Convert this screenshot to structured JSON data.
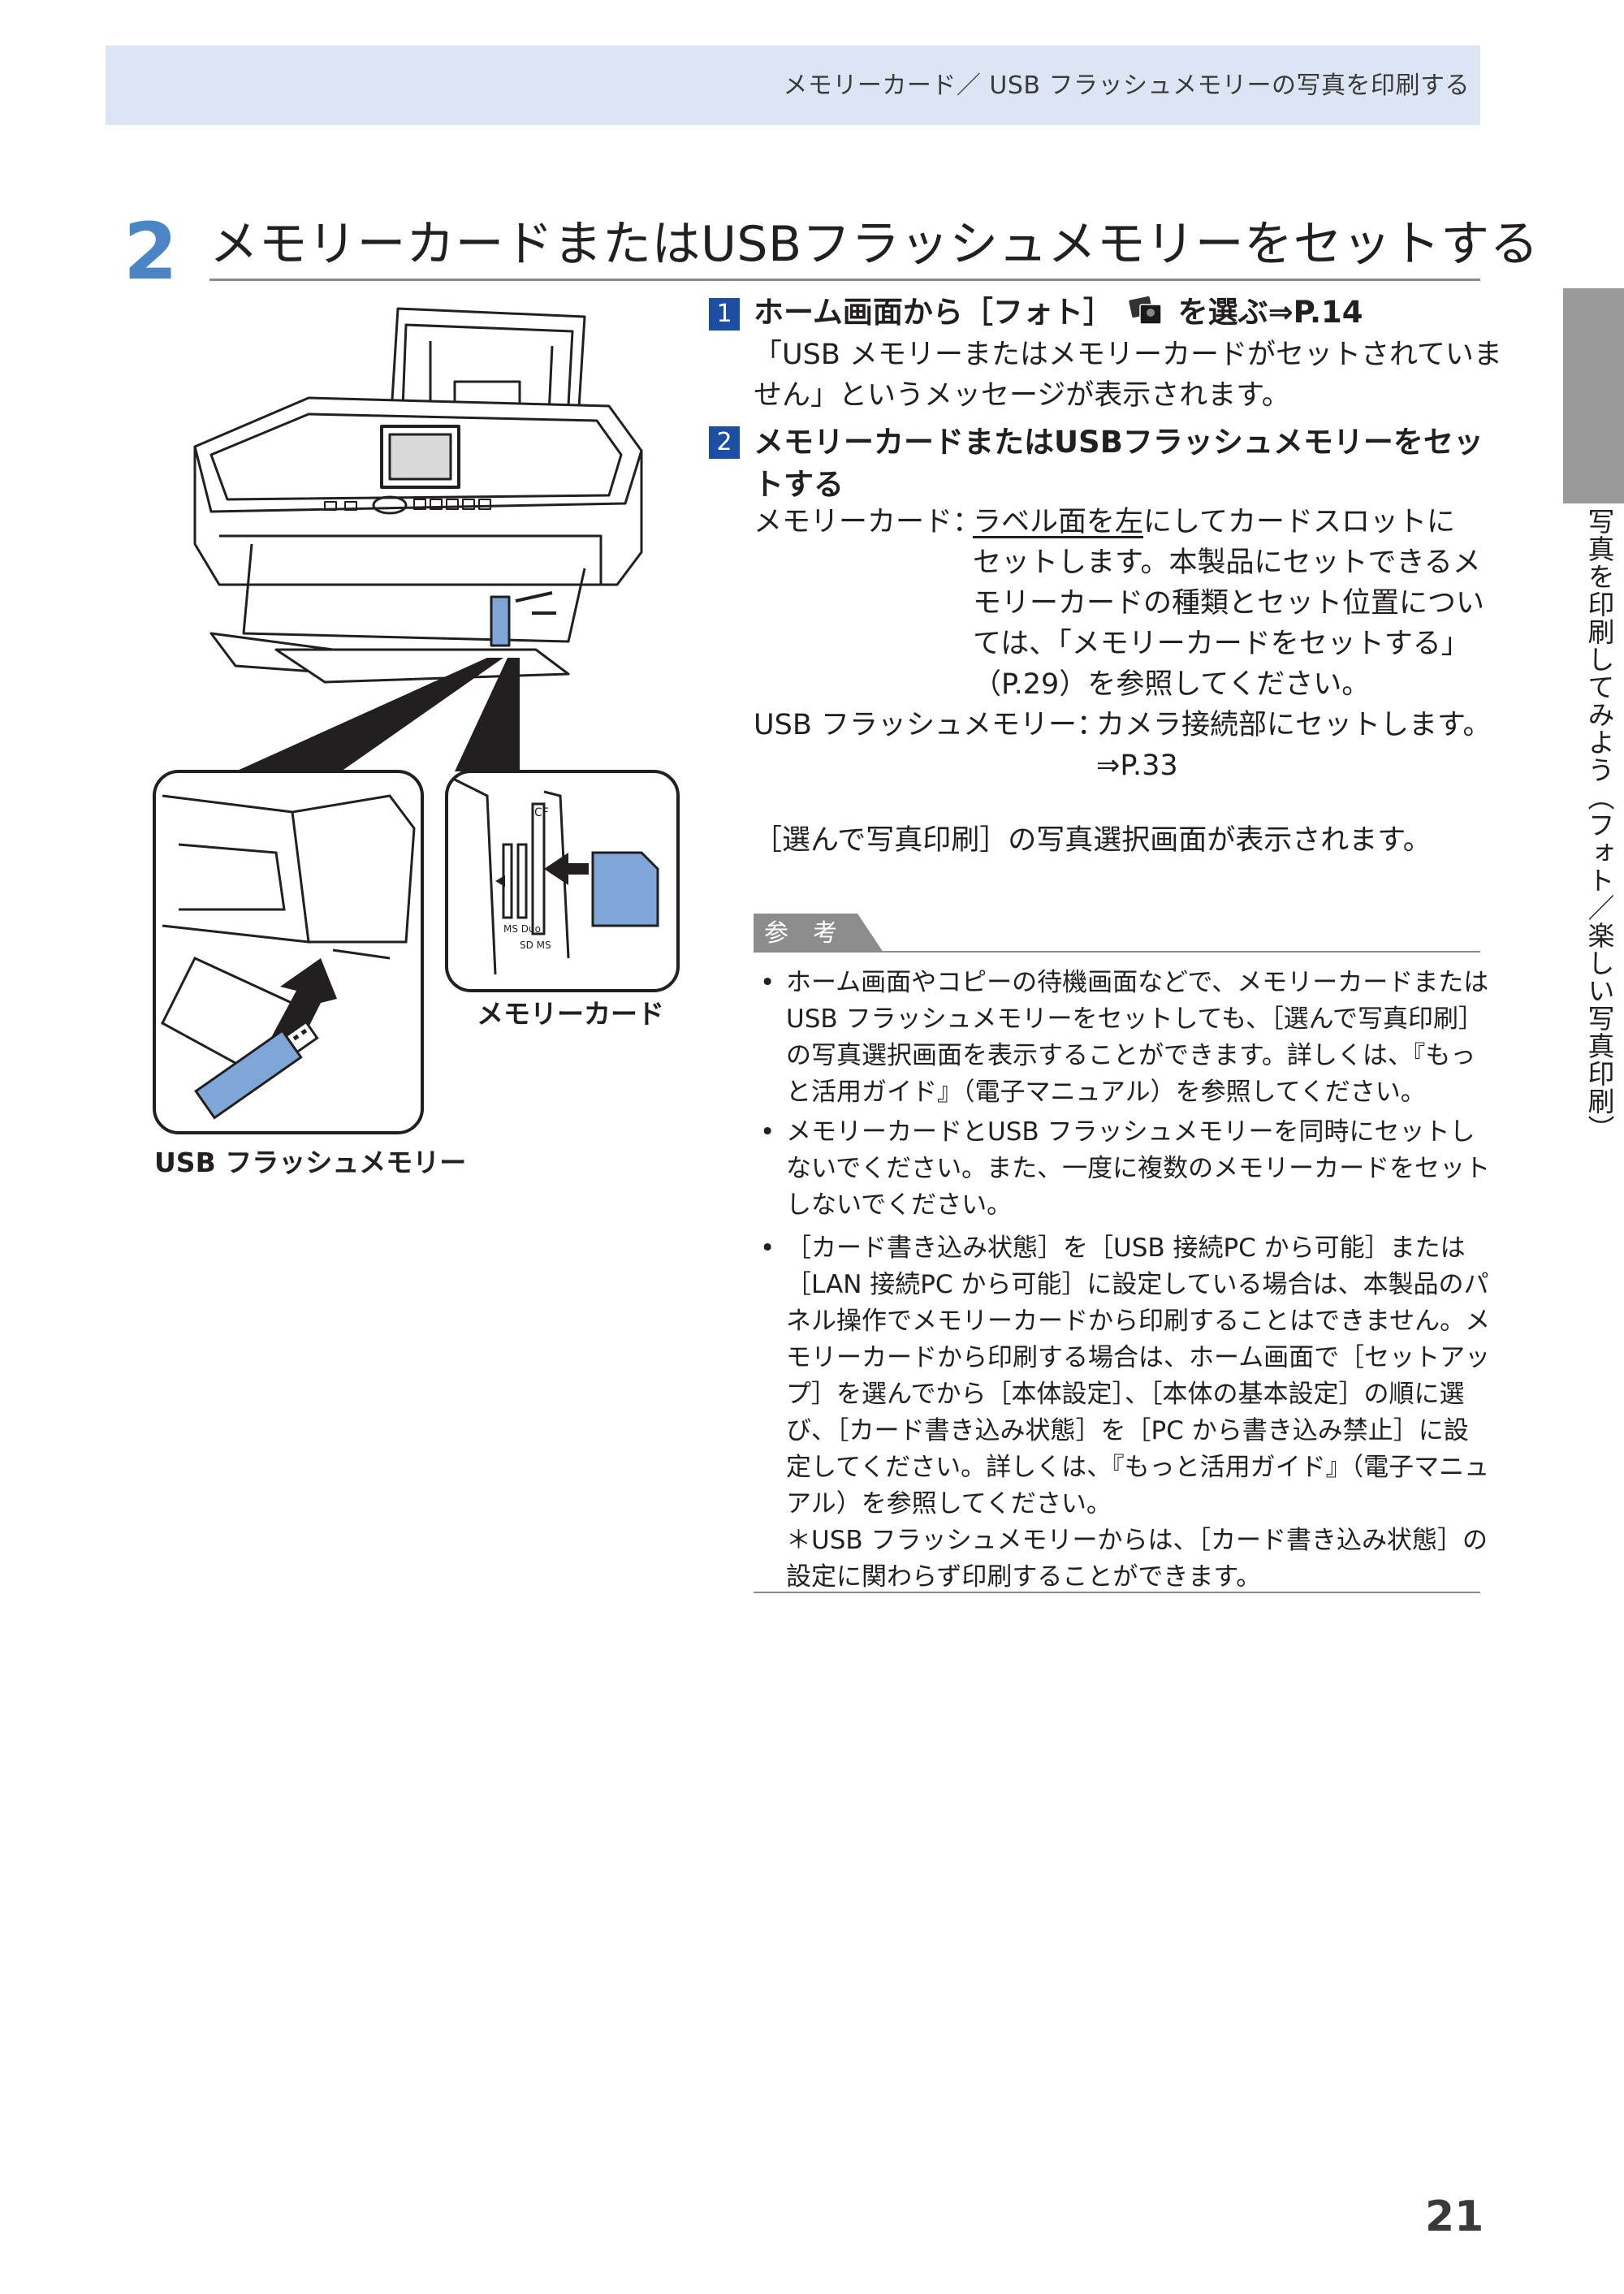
{
  "header": {
    "breadcrumb": "メモリーカード／ USB フラッシュメモリーの写真を印刷する"
  },
  "step": {
    "number": "2",
    "title": "メモリーカードまたはUSBフラッシュメモリーをセットする"
  },
  "side_tab": {
    "text": "写真を印刷してみよう（フォト／楽しい写真印刷）"
  },
  "substep1": {
    "number": "1",
    "title_part1": "ホーム画面から［フォト］",
    "title_part2": "を選ぶ⇒P.14",
    "icon": "photo-icon",
    "body_line1": "「USB メモリーまたはメモリーカードがセットされていま",
    "body_line2": "せん」というメッセージが表示されます。"
  },
  "substep2": {
    "number": "2",
    "title_line1": "メモリーカードまたはUSBフラッシュメモリーをセッ",
    "title_line2": "トする",
    "memory_label": "メモリーカード：",
    "memory_underlined": "ラベル面を左",
    "memory_line1_rest": "にしてカードスロットに",
    "memory_line2": "セットします。本製品にセットできるメ",
    "memory_line3": "モリーカードの種類とセット位置につい",
    "memory_line4": "ては、「メモリーカードをセットする」",
    "memory_line5": "（P.29）を参照してください。",
    "usb_label": "USB フラッシュメモリー：",
    "usb_text": "カメラ接続部にセットします。",
    "usb_ref": "⇒P.33",
    "result": "［選んで写真印刷］の写真選択画面が表示されます。"
  },
  "note": {
    "tag": "参　考",
    "bullets": [
      [
        "ホーム画面やコピーの待機画面などで、メモリーカードまたは",
        "USB フラッシュメモリーをセットしても、［選んで写真印刷］",
        "の写真選択画面を表示することができます。詳しくは、『もっ",
        "と活用ガイド』（電子マニュアル）を参照してください。"
      ],
      [
        "メモリーカードとUSB フラッシュメモリーを同時にセットし",
        "ないでください。また、一度に複数のメモリーカードをセット",
        "しないでください。"
      ],
      [
        "［カード書き込み状態］を［USB 接続PC から可能］または",
        "［LAN 接続PC から可能］に設定している場合は、本製品のパ",
        "ネル操作でメモリーカードから印刷することはできません。メ",
        "モリーカードから印刷する場合は、ホーム画面で［セットアッ",
        "プ］を選んでから［本体設定］、［本体の基本設定］の順に選",
        "び、［カード書き込み状態］を［PC から書き込み禁止］に設",
        "定してください。詳しくは、『もっと活用ガイド』（電子マニュ",
        "アル）を参照してください。",
        "＊USB フラッシュメモリーからは、［カード書き込み状態］の",
        "設定に関わらず印刷することができます。"
      ]
    ]
  },
  "figure": {
    "label_memory": "メモリーカード",
    "label_usb": "USB フラッシュメモリー",
    "slot_cf": "CF",
    "slot_ms_duo": "MS Duo",
    "slot_sd_ms": "SD MS"
  },
  "page_number": "21",
  "colors": {
    "header_band": "#dbe5f3",
    "step_number": "#4a86c6",
    "num_box": "#1c4ea1",
    "side_tab": "#9a9a9a",
    "card": "#7ea7d8"
  }
}
